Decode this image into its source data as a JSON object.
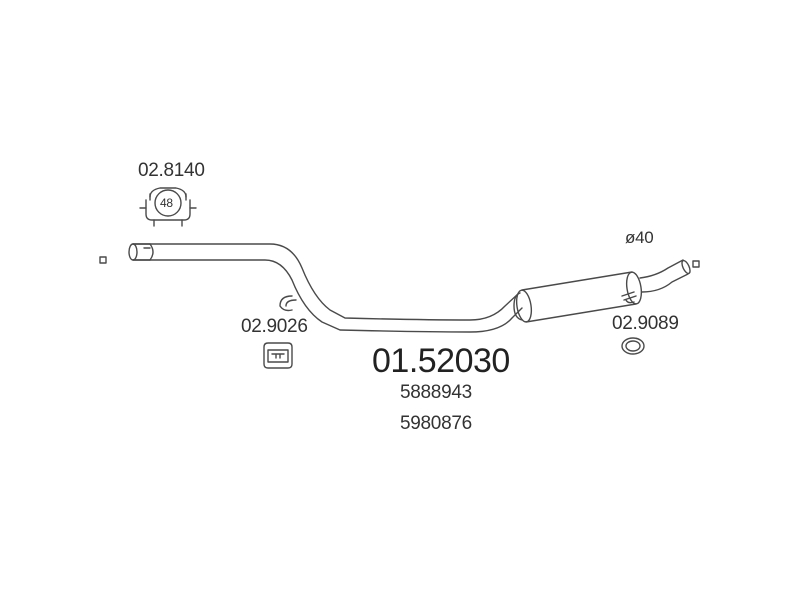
{
  "diagram": {
    "main_part_number": "01.52030",
    "oe_numbers": [
      "5888943",
      "5980876"
    ],
    "diameter_label": "ø40",
    "parts": {
      "clamp": {
        "number": "02.8140",
        "size": "48"
      },
      "rubber_mount": {
        "number": "02.9026"
      },
      "gasket_ring": {
        "number": "02.9089"
      }
    },
    "colors": {
      "line": "#4a4a4a",
      "text": "#333333",
      "background": "#ffffff"
    }
  }
}
